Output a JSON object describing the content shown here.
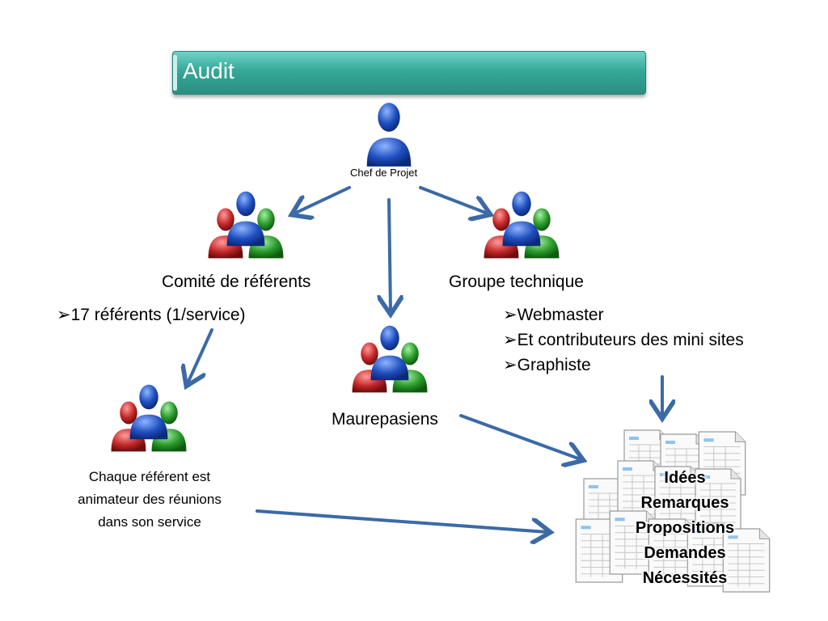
{
  "title": "Audit",
  "chef": {
    "label": "Chef de Projet"
  },
  "comite": {
    "label": "Comité de  référents",
    "bullets": [
      "17 référents (1/service)"
    ]
  },
  "groupe": {
    "label": "Groupe technique",
    "bullets": [
      "Webmaster",
      "Et contributeurs des mini sites",
      "Graphiste"
    ]
  },
  "maurepasiens": {
    "label": "Maurepasiens"
  },
  "referent_note": {
    "lines": [
      "Chaque référent est",
      "animateur des réunions",
      "dans son service"
    ]
  },
  "outputs": [
    "Idées",
    "Remarques",
    "Propositions",
    "Demandes",
    "Nécessités"
  ],
  "bullet_glyph": "➢",
  "colors": {
    "title_bar": "#35a898",
    "arrow": "#3b6aa6",
    "person_blue": "#1f4fbf",
    "person_red": "#c42828",
    "person_green": "#2a9a2a"
  }
}
